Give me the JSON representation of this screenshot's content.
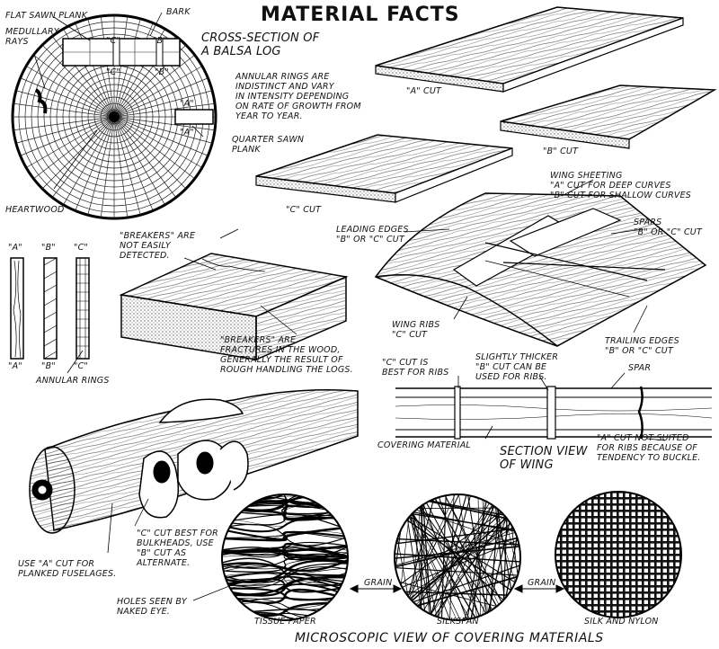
{
  "title": "MATERIAL FACTS",
  "bottom_caption": "MICROSCOPIC VIEW OF COVERING MATERIALS",
  "log": {
    "heading": "CROSS-SECTION OF\nA BALSA LOG",
    "flat_sawn": "FLAT SAWN PLANK",
    "bark": "BARK",
    "medullary": "MEDULLARY\nRAYS",
    "annular_note": "ANNULAR RINGS ARE\nINDISTINCT AND VARY\nIN INTENSITY DEPENDING\nON RATE OF GROWTH FROM\nYEAR TO YEAR.",
    "quarter_sawn": "QUARTER SAWN\nPLANK",
    "heartwood": "HEARTWOOD",
    "mark_c": "\"C\"",
    "mark_b": "\"B\"",
    "mark_a": "\"A\""
  },
  "cuts": {
    "a": "\"A\" CUT",
    "b": "\"B\" CUT",
    "c": "\"C\" CUT"
  },
  "strips": {
    "top": [
      "\"A\"",
      "\"B\"",
      "\"C\""
    ],
    "bottom": [
      "\"A\"",
      "\"B\"",
      "\"C\""
    ],
    "annular": "ANNULAR RINGS"
  },
  "breakers": {
    "top": "\"BREAKERS\" ARE\nNOT EASILY\nDETECTED.",
    "bottom": "\"BREAKERS\" ARE\nFRACTURES IN THE WOOD,\nGENERALLY THE RESULT OF\nROUGH HANDLING THE LOGS."
  },
  "wing": {
    "sheeting": "WING SHEETING\n\"A\" CUT FOR DEEP CURVES\n\"B\" CUT FOR SHALLOW CURVES",
    "leading": "LEADING EDGES\n\"B\" OR \"C\" CUT",
    "spars": "SPARS\n\"B\" OR \"C\" CUT",
    "ribs": "WING RIBS\n\"C\" CUT",
    "trailing": "TRAILING EDGES\n\"B\" OR \"C\" CUT"
  },
  "section": {
    "c_best": "\"C\" CUT IS\nBEST FOR RIBS",
    "b_thicker": "SLIGHTLY THICKER\n\"B\" CUT CAN BE\nUSED FOR RIBS.",
    "spar": "SPAR",
    "covering": "COVERING MATERIAL",
    "heading": "SECTION VIEW\nOF WING",
    "a_not": "\"A\" CUT NOT SUITED\nFOR RIBS BECAUSE OF\nTENDENCY TO BUCKLE."
  },
  "fuselage": {
    "c_bulkheads": "\"C\" CUT BEST FOR\nBULKHEADS, USE\n\"B\" CUT AS\nALTERNATE.",
    "a_planked": "USE \"A\" CUT FOR\nPLANKED FUSELAGES.",
    "holes": "HOLES SEEN BY\nNAKED EYE."
  },
  "covering": {
    "grain": "GRAIN",
    "tissue": "TISSUE PAPER",
    "silkspan": "SILKSPAN",
    "silk": "SILK AND NYLON"
  }
}
